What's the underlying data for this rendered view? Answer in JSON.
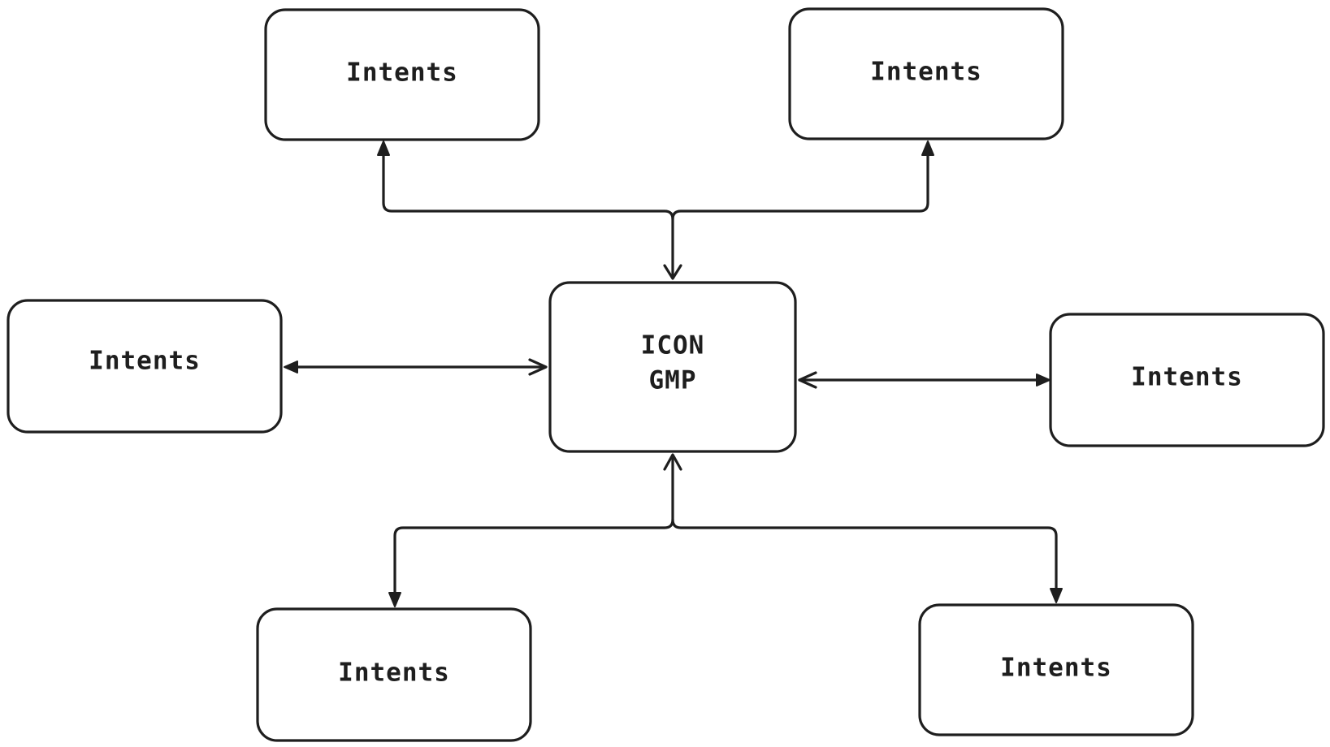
{
  "diagram": {
    "center": {
      "line1": "ICON",
      "line2": "GMP"
    },
    "nodes": {
      "top_left": "Intents",
      "top_right": "Intents",
      "mid_left": "Intents",
      "mid_right": "Intents",
      "bottom_left": "Intents",
      "bottom_right": "Intents"
    },
    "colors": {
      "stroke": "#1e1e1e",
      "background": "#ffffff"
    }
  }
}
